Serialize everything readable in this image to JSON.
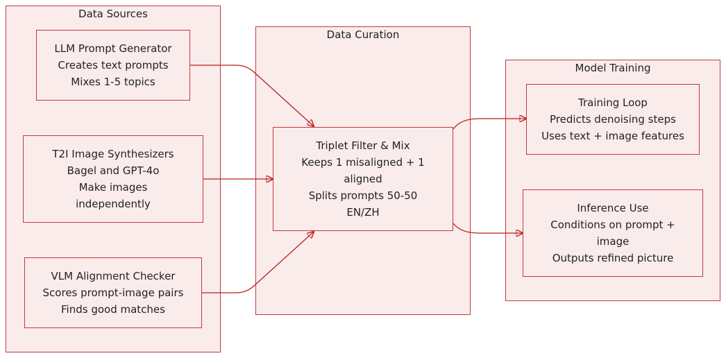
{
  "colors": {
    "group_fill": "#fbecec",
    "group_border": "#c0393b",
    "edge": "#b91c1c",
    "text": "#222222"
  },
  "groups": {
    "data_sources": {
      "title": "Data Sources",
      "nodes": {
        "llm": {
          "lines": [
            "LLM Prompt Generator",
            "Creates text prompts",
            "Mixes 1-5 topics"
          ]
        },
        "t2i": {
          "lines": [
            "T2I Image Synthesizers",
            "Bagel and GPT-4o",
            "Make images",
            "independently"
          ]
        },
        "vlm": {
          "lines": [
            "VLM Alignment Checker",
            "Scores prompt-image pairs",
            "Finds good matches"
          ]
        }
      }
    },
    "data_curation": {
      "title": "Data Curation",
      "nodes": {
        "triplet": {
          "lines": [
            "Triplet Filter & Mix",
            "Keeps 1 misaligned + 1",
            "aligned",
            "Splits prompts 50-50",
            "EN/ZH"
          ]
        }
      }
    },
    "model_training": {
      "title": "Model Training",
      "nodes": {
        "training_loop": {
          "lines": [
            "Training Loop",
            "Predicts denoising steps",
            "Uses text + image features"
          ]
        },
        "inference": {
          "lines": [
            "Inference Use",
            "Conditions on prompt +",
            "image",
            "Outputs refined picture"
          ]
        }
      }
    }
  },
  "edges": [
    {
      "from": "LLM Prompt Generator",
      "to": "Triplet Filter & Mix"
    },
    {
      "from": "T2I Image Synthesizers",
      "to": "Triplet Filter & Mix"
    },
    {
      "from": "VLM Alignment Checker",
      "to": "Triplet Filter & Mix"
    },
    {
      "from": "Triplet Filter & Mix",
      "to": "Training Loop"
    },
    {
      "from": "Triplet Filter & Mix",
      "to": "Inference Use"
    }
  ]
}
